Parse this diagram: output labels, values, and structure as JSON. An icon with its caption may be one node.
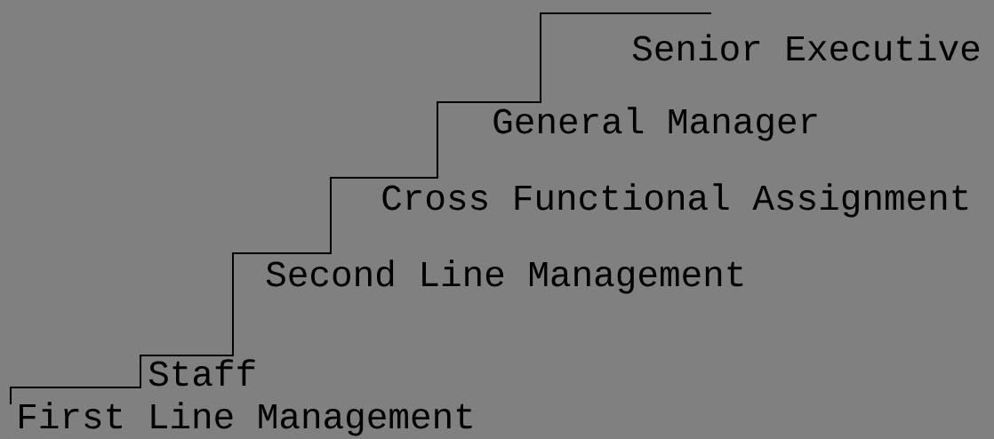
{
  "diagram": {
    "labels": [
      "Senior Executive",
      "General Manager",
      "Cross Functional Assignment",
      "Second Line Management",
      "Staff",
      "First Line Management"
    ]
  }
}
